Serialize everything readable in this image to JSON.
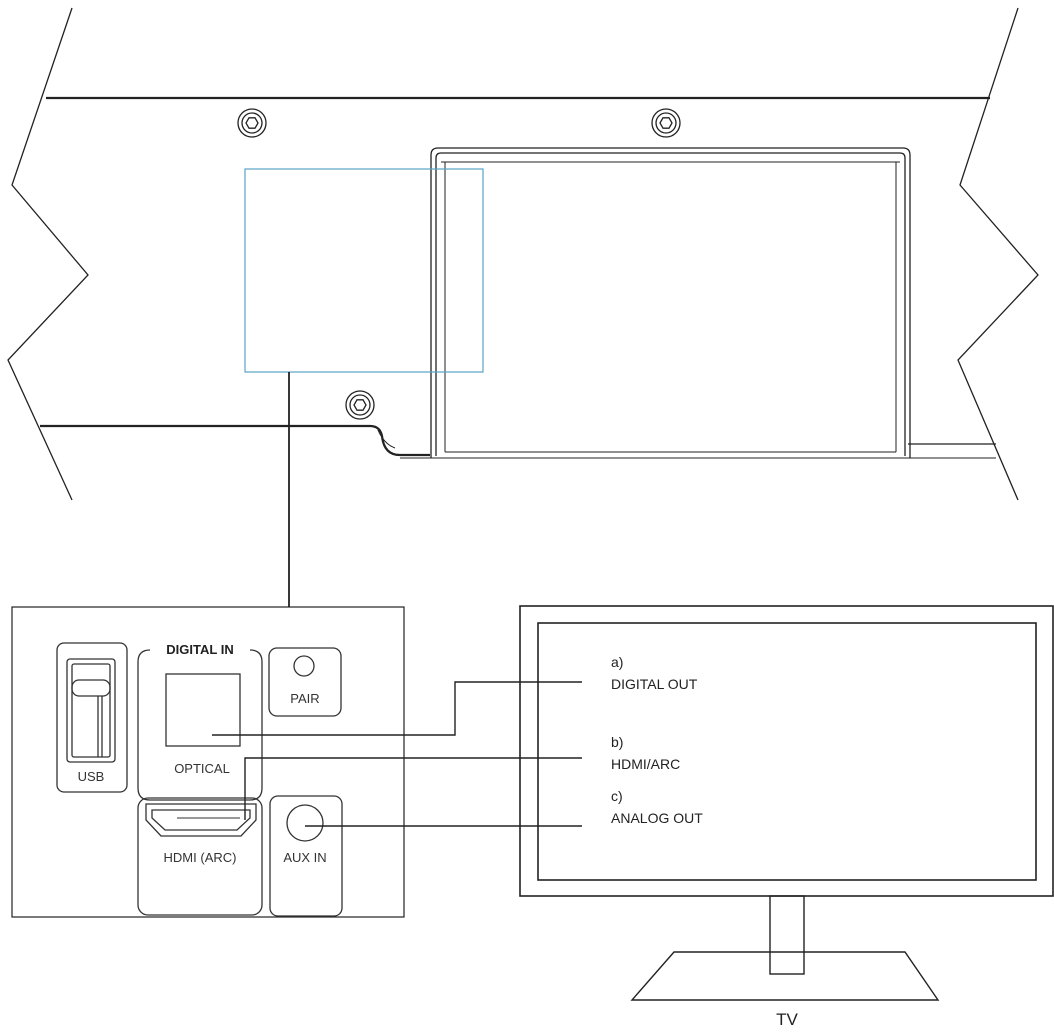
{
  "panel": {
    "group_label": "DIGITAL IN",
    "usb_label": "USB",
    "optical_label": "OPTICAL",
    "pair_label": "PAIR",
    "hdmi_label": "HDMI (ARC)",
    "aux_label": "AUX IN"
  },
  "tv": {
    "label": "TV",
    "connections": [
      {
        "letter": "a)",
        "name": "DIGITAL OUT"
      },
      {
        "letter": "b)",
        "name": "HDMI/ARC"
      },
      {
        "letter": "c)",
        "name": "ANALOG OUT"
      }
    ]
  },
  "colors": {
    "line": "#222222",
    "highlight": "#5ba3c9"
  }
}
